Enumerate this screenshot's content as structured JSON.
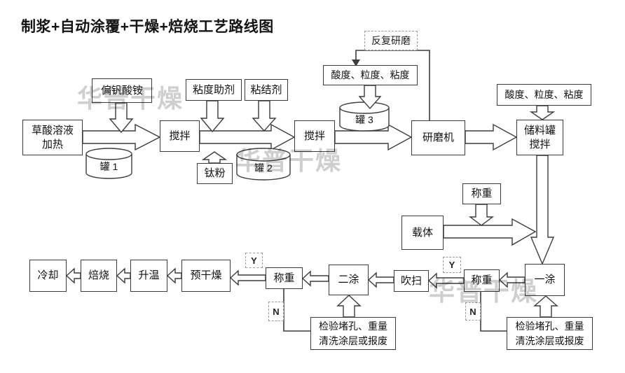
{
  "title": "制浆+自动涂覆+干燥+焙烧工艺路线图",
  "watermark": "华普干燥",
  "nodes": {
    "oxalic": "草酸溶液\n加热",
    "vanadate": "偏钒酸铵",
    "stir1": "搅拌",
    "viscosity_aid": "粘度助剂",
    "binder": "粘结剂",
    "ti_powder": "钛粉",
    "stir2": "搅拌",
    "qc1": "酸度、粒度、粘度",
    "regrind": "反复研磨",
    "grinder": "研磨机",
    "qc2": "酸度、粒度、粘度",
    "storage_tank": "储料罐\n搅拌",
    "weigh_carrier": "称重",
    "carrier": "载体",
    "coat1": "一涂",
    "weigh_after_coat1": "称重",
    "purge": "吹扫",
    "coat2": "二涂",
    "weigh_after_coat2": "称重",
    "predry": "预干燥",
    "heat_up": "升温",
    "roast": "焙烧",
    "cool": "冷却",
    "inspect_left": "检验堵孔、重量\n清洗涂层或报废",
    "inspect_right": "检验堵孔、重量\n清洗涂层或报废",
    "tank1": "罐 1",
    "tank2": "罐 2",
    "tank3": "罐 3",
    "yes_left": "Y",
    "no_left": "N",
    "yes_right": "Y",
    "no_right": "N"
  }
}
